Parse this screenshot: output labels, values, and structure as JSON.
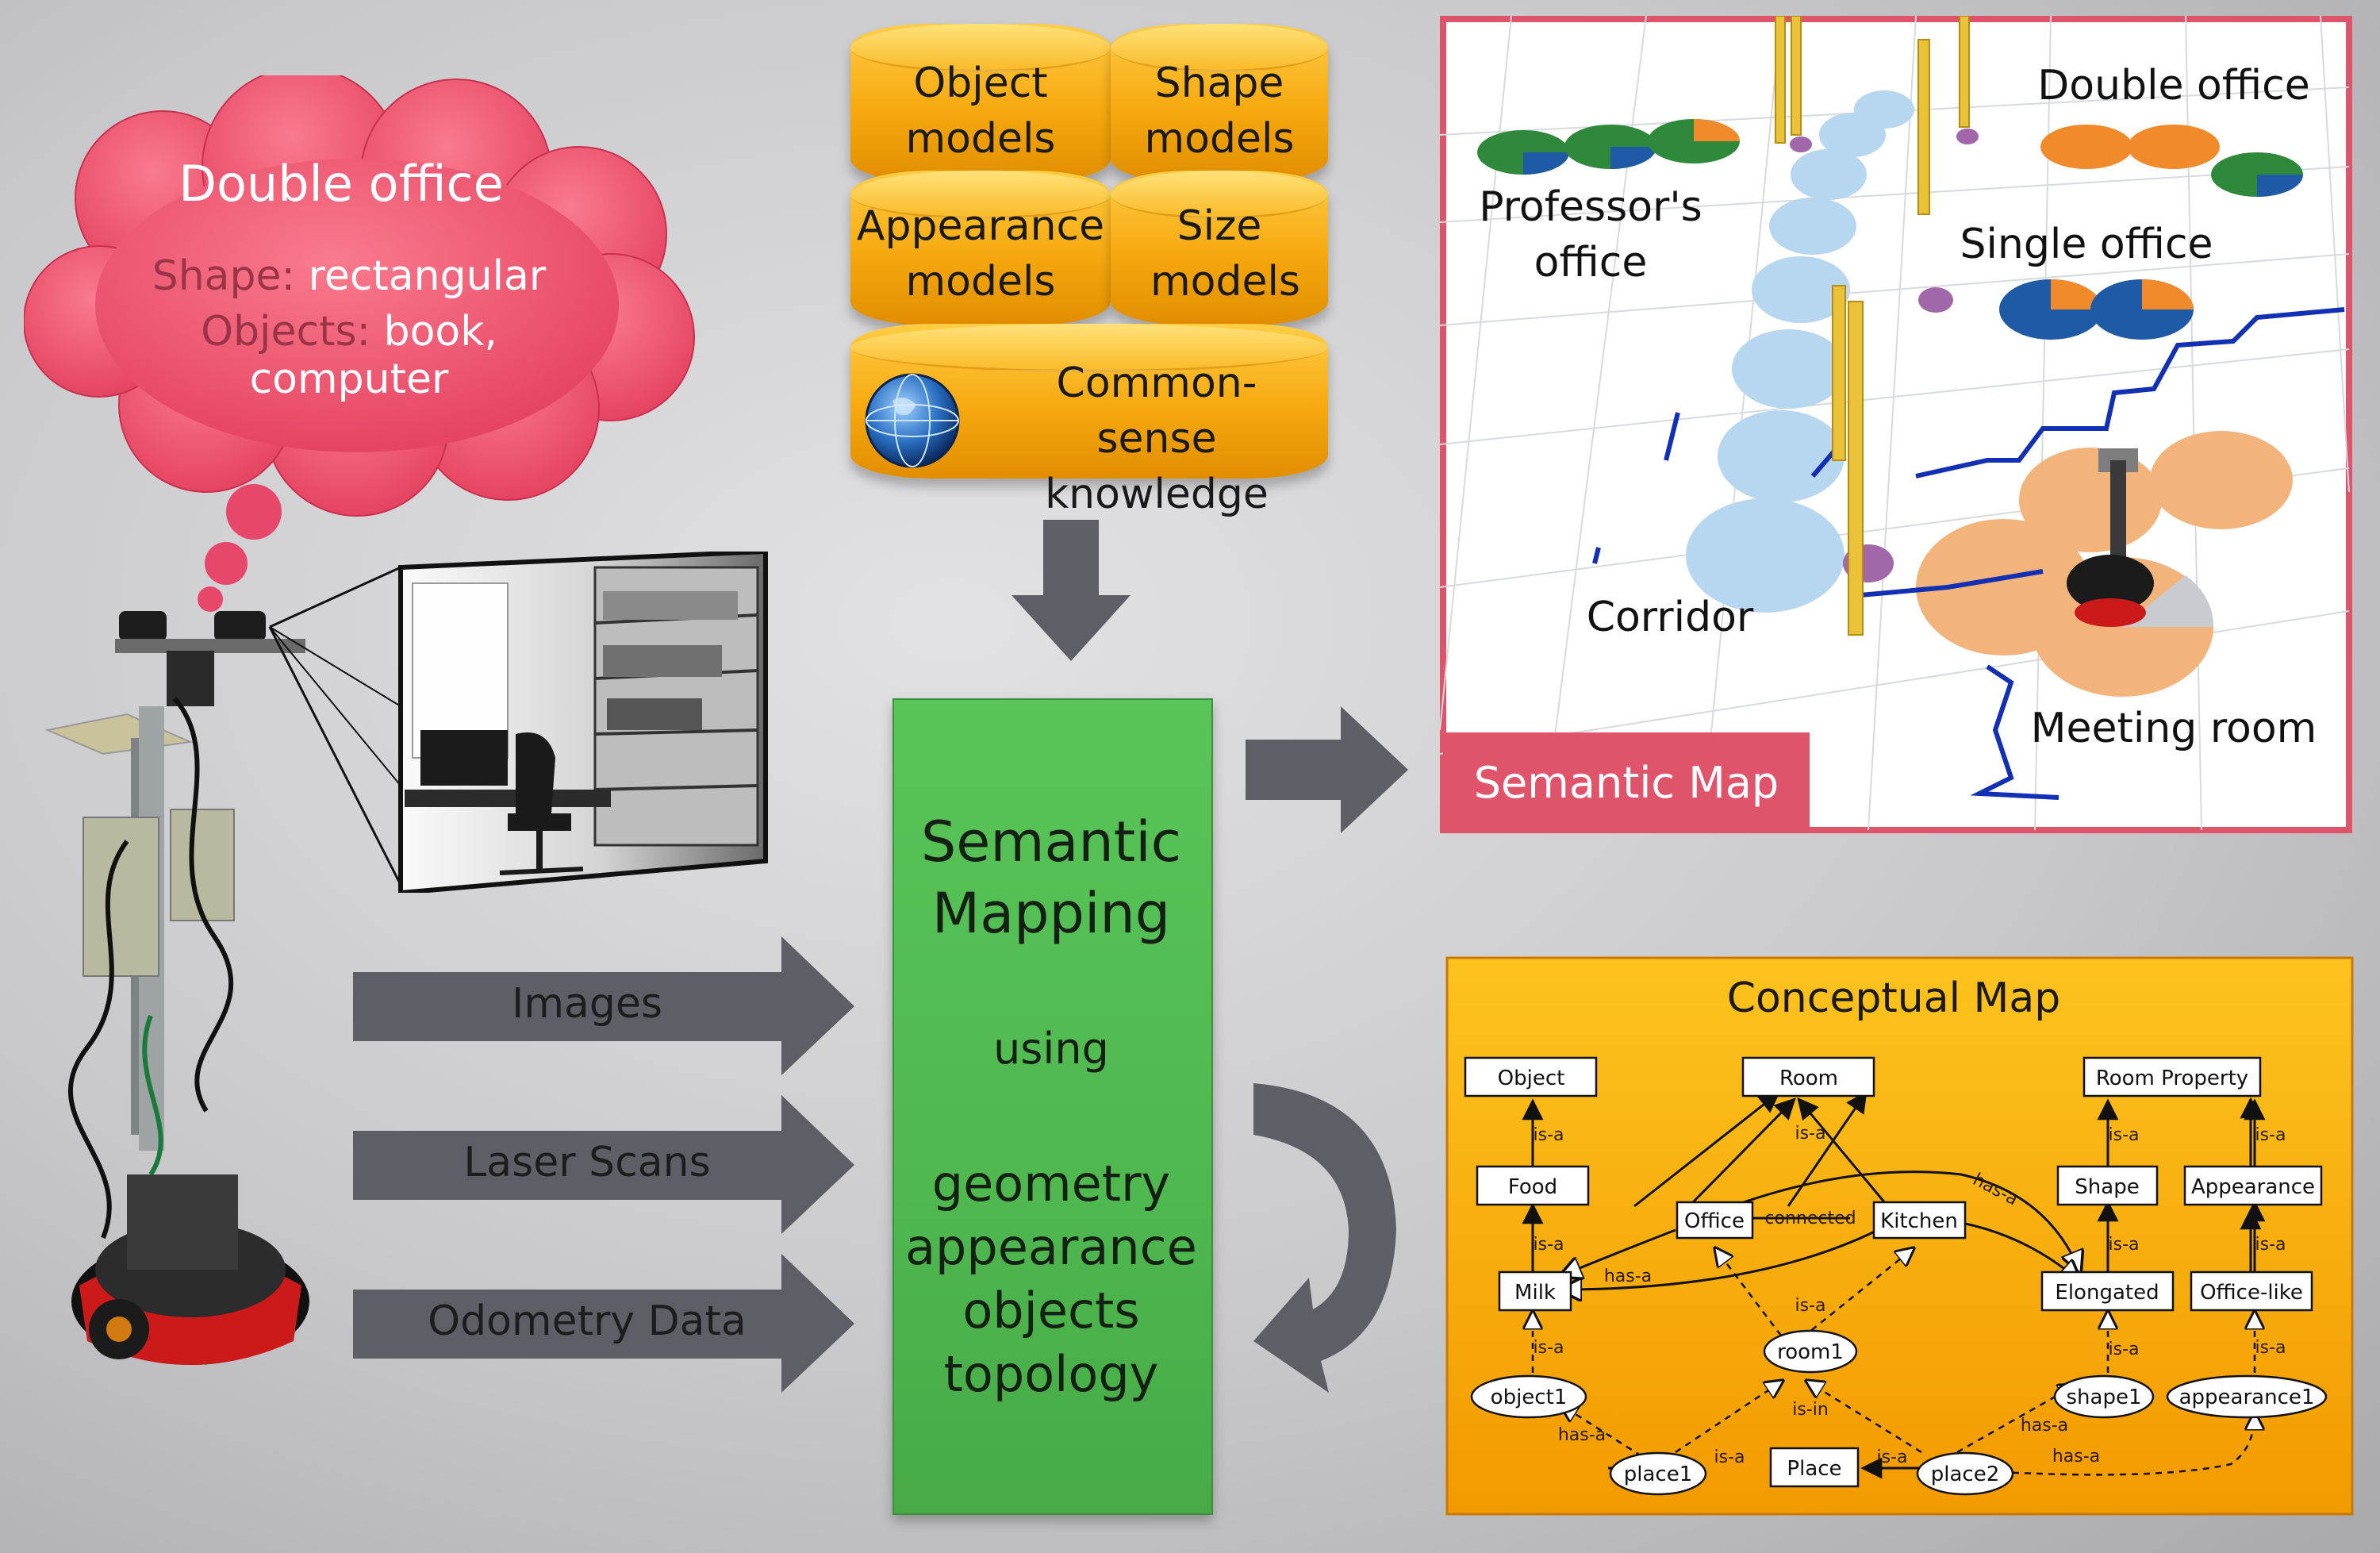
{
  "thought": {
    "title": "Double office",
    "shape_label": "Shape:",
    "shape_value": "rectangular",
    "objects_label": "Objects:",
    "objects_value": "book, computer"
  },
  "knowledge": {
    "object_models": "Object models",
    "shape_models": "Shape models",
    "appearance_models": "Appearance models",
    "size_models": "Size models",
    "common_sense": "Common-sense knowledge"
  },
  "inputs": {
    "images": "Images",
    "laser_scans": "Laser Scans",
    "odometry": "Odometry Data"
  },
  "semantic_mapping": {
    "title_line1": "Semantic",
    "title_line2": "Mapping",
    "using": "using",
    "items": [
      "geometry",
      "appearance",
      "objects",
      "topology"
    ]
  },
  "semantic_map": {
    "badge": "Semantic Map",
    "labels": {
      "double_office": "Double office",
      "professors_office_1": "Professor's",
      "professors_office_2": "office",
      "single_office": "Single office",
      "corridor": "Corridor",
      "meeting_room": "Meeting room"
    }
  },
  "conceptual_map": {
    "title": "Conceptual Map",
    "nodes": {
      "object": "Object",
      "food": "Food",
      "milk": "Milk",
      "room": "Room",
      "office": "Office",
      "kitchen": "Kitchen",
      "room_property": "Room Property",
      "shape": "Shape",
      "appearance": "Appearance",
      "elongated": "Elongated",
      "office_like": "Office-like",
      "object1": "object1",
      "room1": "room1",
      "shape1": "shape1",
      "appearance1": "appearance1",
      "place1": "place1",
      "place": "Place",
      "place2": "place2"
    },
    "edges": {
      "is_a": "is-a",
      "has_a": "has-a",
      "connected": "connected",
      "is_in": "is-in"
    }
  },
  "colors": {
    "cloud": "#f0506c",
    "badge": "#e0546b",
    "green_box": "#5cc65c",
    "concept_bg": "#f7a90d",
    "arrow": "#5e5f66",
    "cylinder": "#f6a80e"
  }
}
